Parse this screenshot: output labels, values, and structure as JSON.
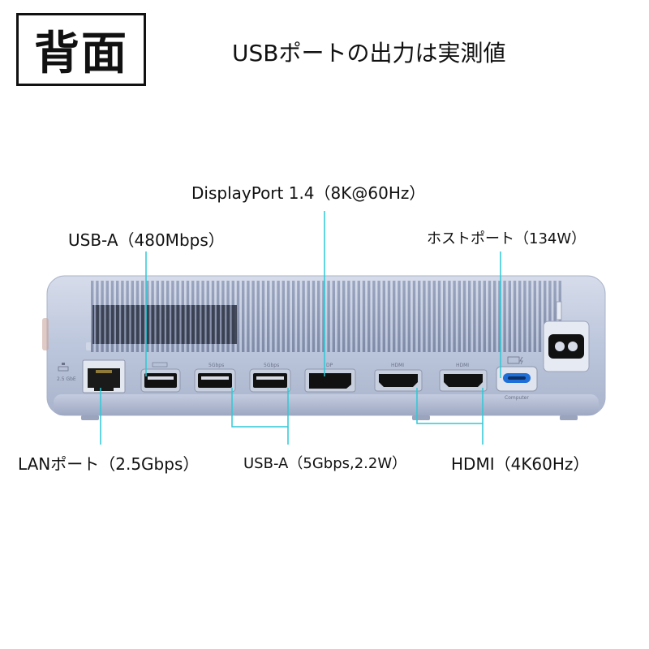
{
  "badge": "背面",
  "heading": "USBポートの出力は実測値",
  "labels": {
    "displayport": "DisplayPort 1.4（8K@60Hz）",
    "usb_a_480": "USB-A（480Mbps）",
    "host_port": "ホストポート（134W）",
    "lan": "LANポート（2.5Gbps）",
    "usb_a_5g": "USB-A（5Gbps,2.2W）",
    "hdmi": "HDMI（4K60Hz）"
  },
  "port_marks": {
    "lan": "2.5 GbE",
    "usb5g_1": "5Gbps",
    "usb5g_2": "5Gbps",
    "dp": "DP",
    "hdmi_1": "HDMI",
    "hdmi_2": "HDMI",
    "computer": "Computer"
  },
  "colors": {
    "callout_line": "#2ec9d6",
    "device_body": "#b9c3da",
    "port_black": "#111111",
    "usbc_blue": "#1f6fd9"
  }
}
